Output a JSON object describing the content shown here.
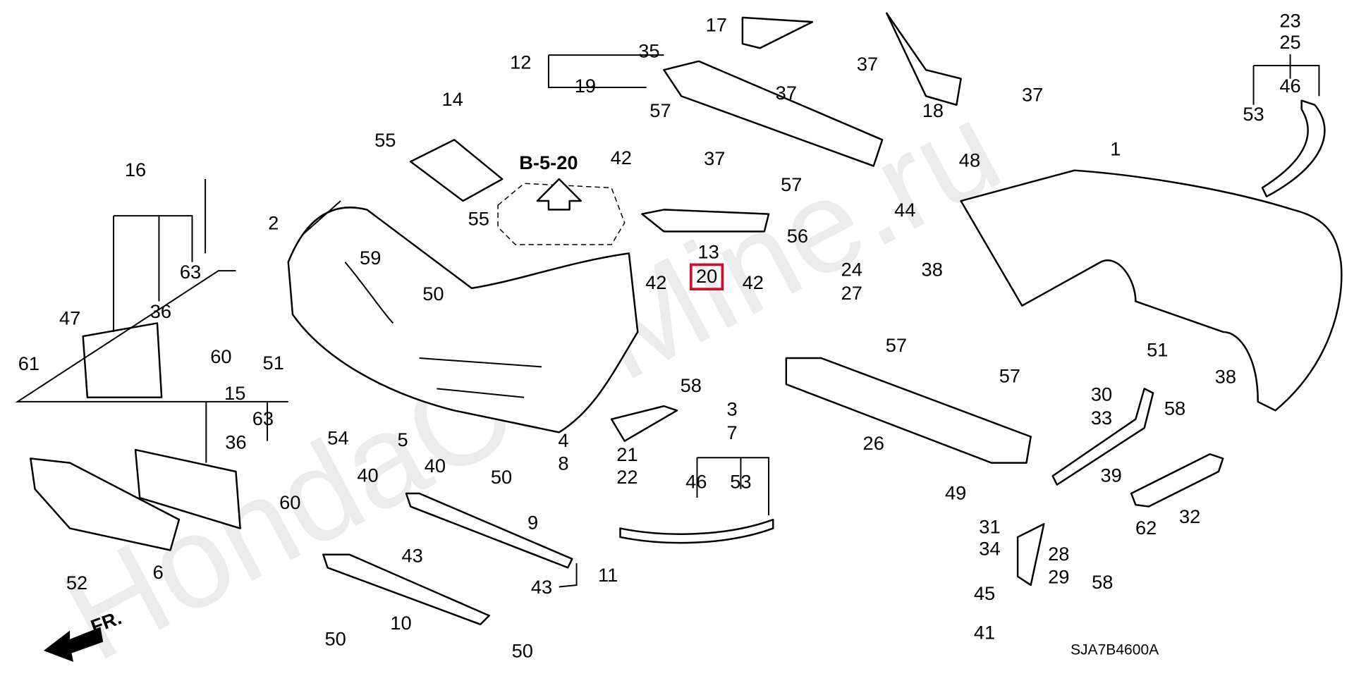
{
  "watermark": "HondaCarMine.ru",
  "diagram_code": "SJA7B4600A",
  "reference": "B-5-20",
  "direction_label": "FR.",
  "highlighted_part": "20",
  "highlight_color": "#c8102e",
  "callouts": [
    "17",
    "35",
    "12",
    "19",
    "57",
    "37",
    "37",
    "18",
    "37",
    "23",
    "25",
    "46",
    "53",
    "14",
    "55",
    "42",
    "37",
    "57",
    "48",
    "1",
    "16",
    "2",
    "63",
    "59",
    "13",
    "42",
    "42",
    "56",
    "44",
    "55",
    "50",
    "24",
    "27",
    "38",
    "47",
    "36",
    "60",
    "57",
    "51",
    "61",
    "51",
    "58",
    "3",
    "7",
    "57",
    "38",
    "30",
    "33",
    "58",
    "15",
    "63",
    "36",
    "54",
    "40",
    "5",
    "4",
    "8",
    "40",
    "50",
    "21",
    "22",
    "46",
    "53",
    "26",
    "49",
    "39",
    "60",
    "9",
    "32",
    "62",
    "31",
    "34",
    "28",
    "29",
    "58",
    "11",
    "43",
    "43",
    "6",
    "52",
    "45",
    "41",
    "10",
    "50",
    "50"
  ]
}
